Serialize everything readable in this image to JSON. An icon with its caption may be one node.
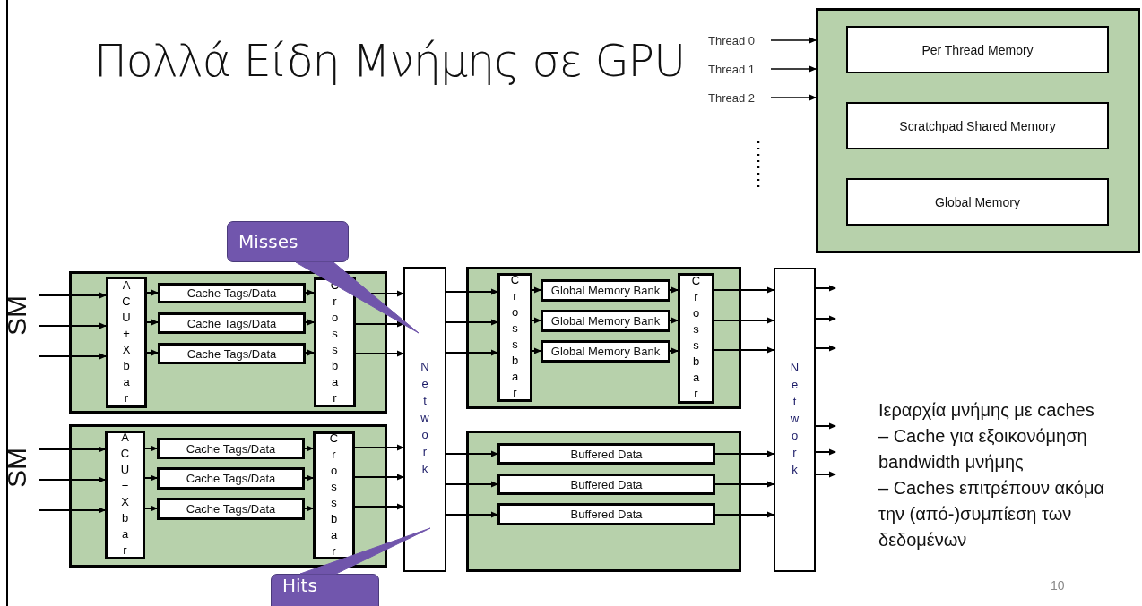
{
  "diagram": {
    "title": "Πολλά Είδη Μνήμης σε GPU",
    "nodes": [
      {
        "text": [],
        "shape": "box"
      },
      {
        "text": [
          "ACU+Xbar"
        ],
        "in": 0
      },
      {
        "text": [
          "Cache Tags/Data"
        ],
        "in": 0
      },
      {
        "text": [
          "Cache Tags/Data"
        ],
        "in": 0
      },
      {
        "text": [
          "Cache Tags/Data"
        ],
        "in": 0
      },
      {
        "text": [
          "Crossbar"
        ],
        "in": 0
      },
      {
        "text": [],
        "shape": "box"
      },
      {
        "text": [
          "ACU+Xbar"
        ],
        "in": 6
      },
      {
        "text": [
          "Cache Tags/Data"
        ],
        "in": 6
      },
      {
        "text": [
          "Cache Tags/Data"
        ],
        "in": 6
      },
      {
        "text": [
          "Cache Tags/Data"
        ],
        "in": 6
      },
      {
        "text": [
          "Crossbar"
        ],
        "in": 6
      },
      {
        "text": [
          "Network"
        ]
      },
      {
        "text": [],
        "shape": "box"
      },
      {
        "text": [
          "Crossbar"
        ],
        "in": 13
      },
      {
        "text": [
          "Global Memory Bank"
        ],
        "in": 13
      },
      {
        "text": [
          "Global Memory Bank"
        ],
        "in": 13
      },
      {
        "text": [
          "Global Memory Bank"
        ],
        "in": 13
      },
      {
        "text": [
          "Crossbar"
        ],
        "in": 13
      },
      {
        "text": [],
        "shape": "box"
      },
      {
        "text": [
          "Buffered Data"
        ],
        "in": 19
      },
      {
        "text": [
          "Buffered Data"
        ],
        "in": 19
      },
      {
        "text": [
          "Buffered Data"
        ],
        "in": 19
      },
      {
        "text": [
          "Network"
        ]
      },
      {
        "text": [
          "Misses"
        ]
      },
      {
        "text": [
          "Hits"
        ]
      },
      {
        "text": [],
        "shape": "box"
      },
      {
        "text": [
          "Per Thread Memory"
        ],
        "in": 26
      },
      {
        "text": [
          "Scratchpad Shared Memory"
        ],
        "in": 26
      },
      {
        "text": [
          "Global Memory"
        ],
        "in": 26
      },
      {
        "text": [
          "Thread 0"
        ]
      },
      {
        "text": [
          "Thread 1"
        ]
      },
      {
        "text": [
          "Thread 2"
        ]
      }
    ],
    "edges": [
      {
        "from": null,
        "to": 1,
        "arrow": "to"
      },
      {
        "from": null,
        "to": 1,
        "arrow": "to"
      },
      {
        "from": null,
        "to": 1,
        "arrow": "to"
      },
      {
        "from": 1,
        "to": 2,
        "arrow": "to"
      },
      {
        "from": 1,
        "to": 3,
        "arrow": "to"
      },
      {
        "from": 1,
        "to": 4,
        "arrow": "to"
      },
      {
        "from": 2,
        "to": 5,
        "arrow": "to"
      },
      {
        "from": 3,
        "to": 5,
        "arrow": "to"
      },
      {
        "from": 4,
        "to": 5,
        "arrow": "to"
      },
      {
        "from": 5,
        "to": 12,
        "arrow": "to"
      },
      {
        "from": 5,
        "to": 12,
        "arrow": "to"
      },
      {
        "from": 5,
        "to": 12,
        "arrow": "to"
      },
      {
        "from": null,
        "to": 7,
        "arrow": "to"
      },
      {
        "from": null,
        "to": 7,
        "arrow": "to"
      },
      {
        "from": null,
        "to": 7,
        "arrow": "to"
      },
      {
        "from": 7,
        "to": 8,
        "arrow": "to"
      },
      {
        "from": 7,
        "to": 9,
        "arrow": "to"
      },
      {
        "from": 7,
        "to": 10,
        "arrow": "to"
      },
      {
        "from": 8,
        "to": 11,
        "arrow": "to"
      },
      {
        "from": 9,
        "to": 11,
        "arrow": "to"
      },
      {
        "from": 10,
        "to": 11,
        "arrow": "to"
      },
      {
        "from": 11,
        "to": 12,
        "arrow": "to"
      },
      {
        "from": 11,
        "to": 12,
        "arrow": "to"
      },
      {
        "from": 11,
        "to": 12,
        "arrow": "to"
      },
      {
        "from": 12,
        "to": 14,
        "arrow": "to"
      },
      {
        "from": 12,
        "to": 14,
        "arrow": "to"
      },
      {
        "from": 12,
        "to": 14,
        "arrow": "to"
      },
      {
        "from": 14,
        "to": 15,
        "arrow": "to"
      },
      {
        "from": 14,
        "to": 16,
        "arrow": "to"
      },
      {
        "from": 14,
        "to": 17,
        "arrow": "to"
      },
      {
        "from": 15,
        "to": 18,
        "arrow": "to"
      },
      {
        "from": 16,
        "to": 18,
        "arrow": "to"
      },
      {
        "from": 17,
        "to": 18,
        "arrow": "to"
      },
      {
        "from": 18,
        "to": 23,
        "arrow": "to"
      },
      {
        "from": 18,
        "to": 23,
        "arrow": "to"
      },
      {
        "from": 18,
        "to": 23,
        "arrow": "to"
      },
      {
        "from": 12,
        "to": 20,
        "arrow": "to"
      },
      {
        "from": 12,
        "to": 21,
        "arrow": "to"
      },
      {
        "from": 12,
        "to": 22,
        "arrow": "to"
      },
      {
        "from": 20,
        "to": 23,
        "arrow": "to"
      },
      {
        "from": 21,
        "to": 23,
        "arrow": "to"
      },
      {
        "from": 22,
        "to": 23,
        "arrow": "to"
      },
      {
        "from": 23,
        "to": null,
        "arrow": "to"
      },
      {
        "from": 23,
        "to": null,
        "arrow": "to"
      },
      {
        "from": 23,
        "to": null,
        "arrow": "to"
      },
      {
        "from": 23,
        "to": null,
        "arrow": "to"
      },
      {
        "from": 23,
        "to": null,
        "arrow": "to"
      },
      {
        "from": 23,
        "to": null,
        "arrow": "to"
      },
      {
        "from": 30,
        "to": 26,
        "arrow": "to"
      },
      {
        "from": 31,
        "to": 26,
        "arrow": "to"
      },
      {
        "from": 32,
        "to": 26,
        "arrow": "to"
      },
      {
        "from": 24,
        "to": 12,
        "arrow": "none",
        "color": "#7055ab"
      },
      {
        "from": 25,
        "to": 12,
        "arrow": "none",
        "color": "#7055ab"
      }
    ],
    "labels": [
      "SM",
      "SM",
      "Ιεραρχία μνήμης με caches",
      "– Cache για εξοικονόμηση bandwidth μνήμης",
      "– Caches επιτρέπουν ακόμα την (από-)συμπίεση των δεδομένων",
      "10"
    ]
  }
}
